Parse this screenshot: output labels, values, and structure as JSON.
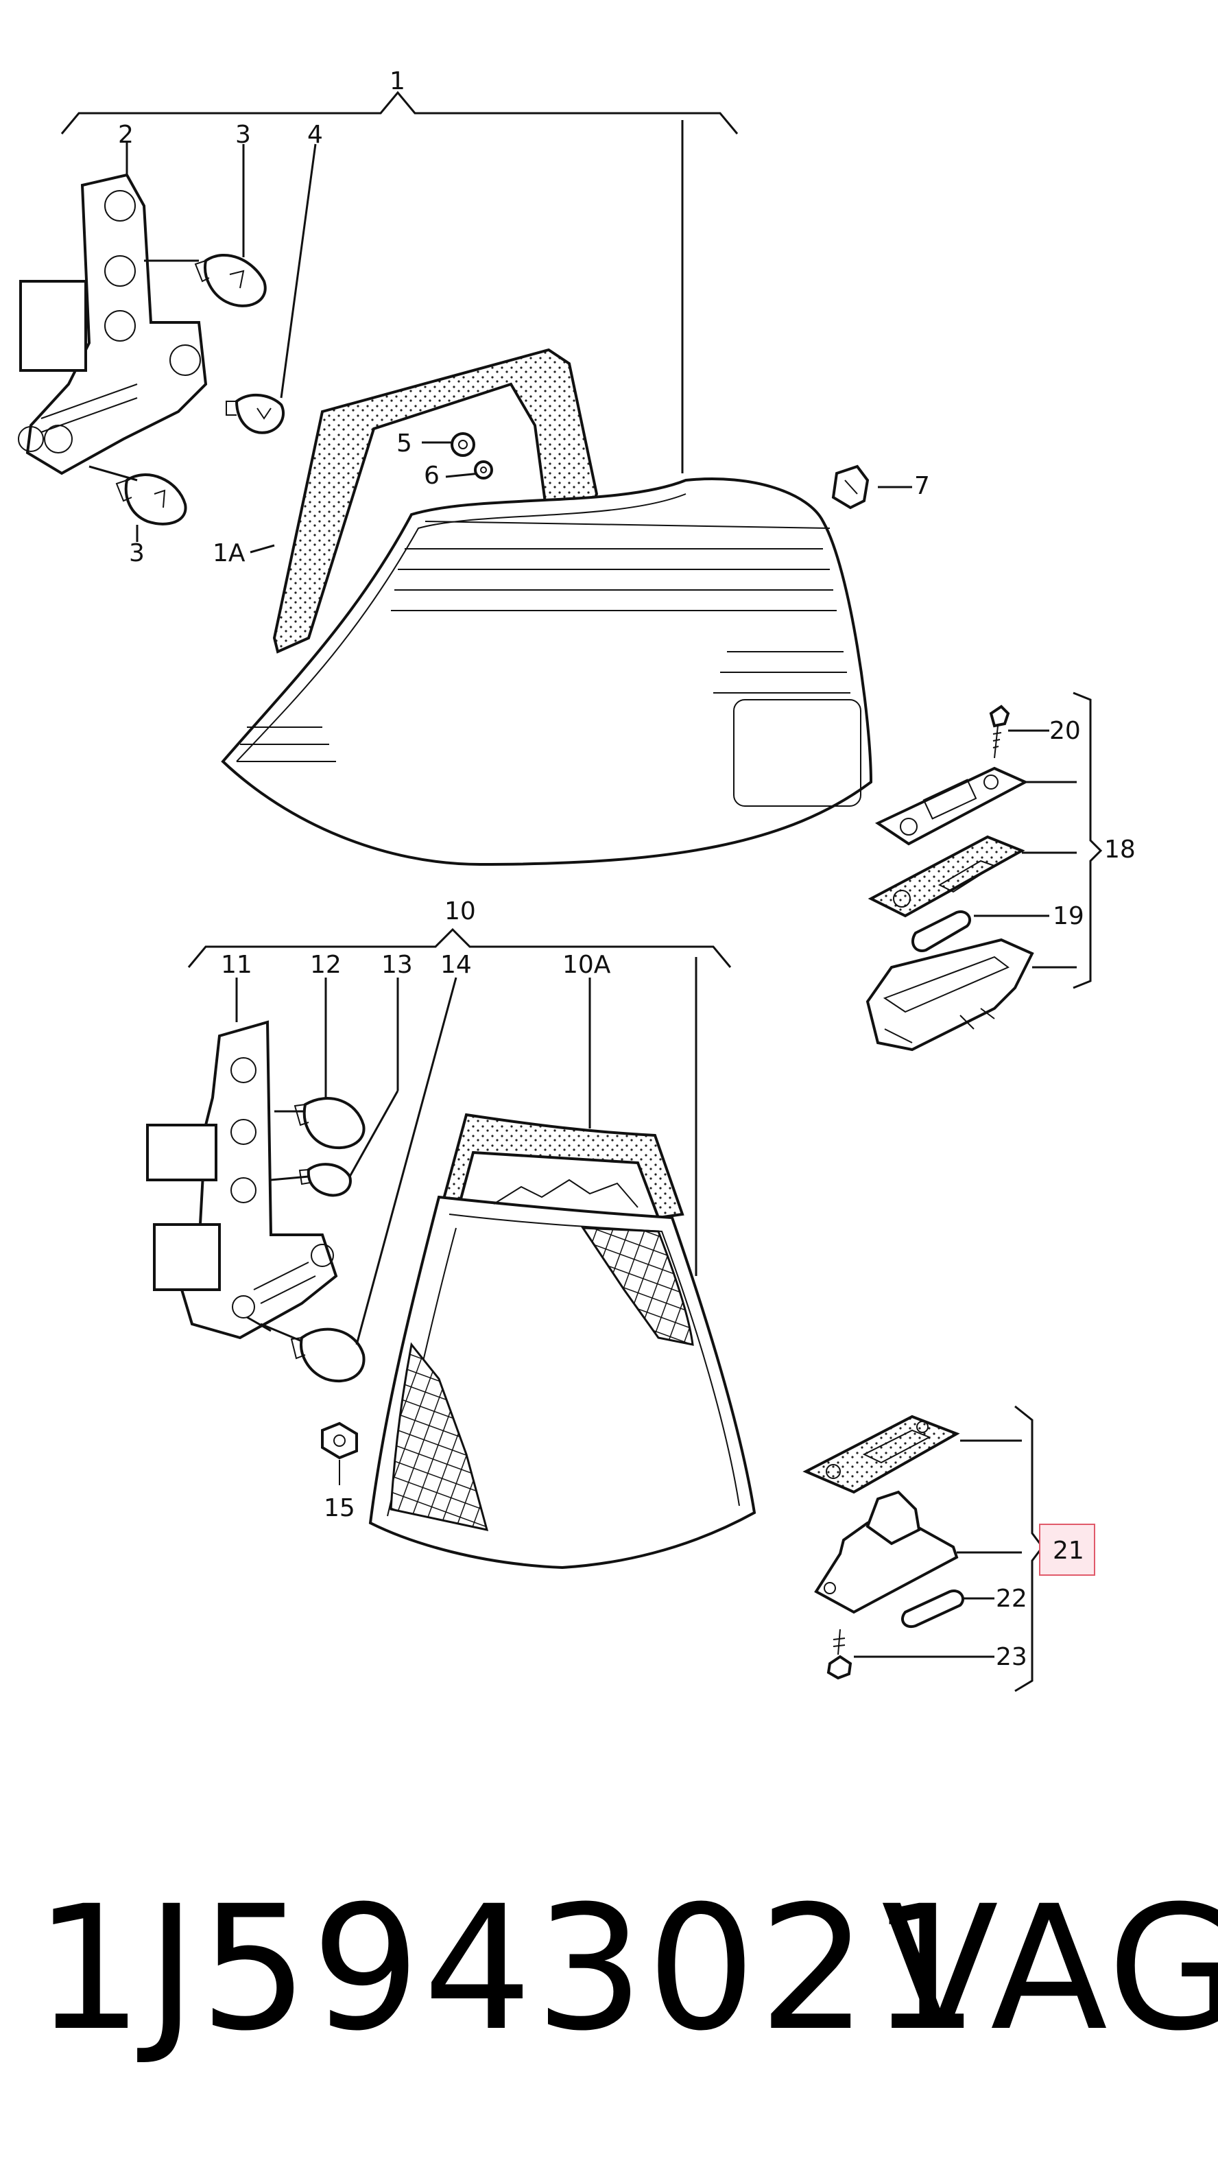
{
  "labels": {
    "p1": "1",
    "p1a": "1A",
    "p2": "2",
    "p3a": "3",
    "p3b": "3",
    "p4": "4",
    "p5": "5",
    "p6": "6",
    "p7": "7",
    "p10": "10",
    "p10a": "10A",
    "p11": "11",
    "p12": "12",
    "p13": "13",
    "p14": "14",
    "p15": "15",
    "p18": "18",
    "p19": "19",
    "p20": "20",
    "p21": "21",
    "p22": "22",
    "p23": "23"
  },
  "footer": {
    "part_number": "1J5943021",
    "brand": "VAG"
  },
  "colors": {
    "line": "#111111",
    "highlight_border": "#e05a6a",
    "highlight_fill": "#fde8ec"
  }
}
